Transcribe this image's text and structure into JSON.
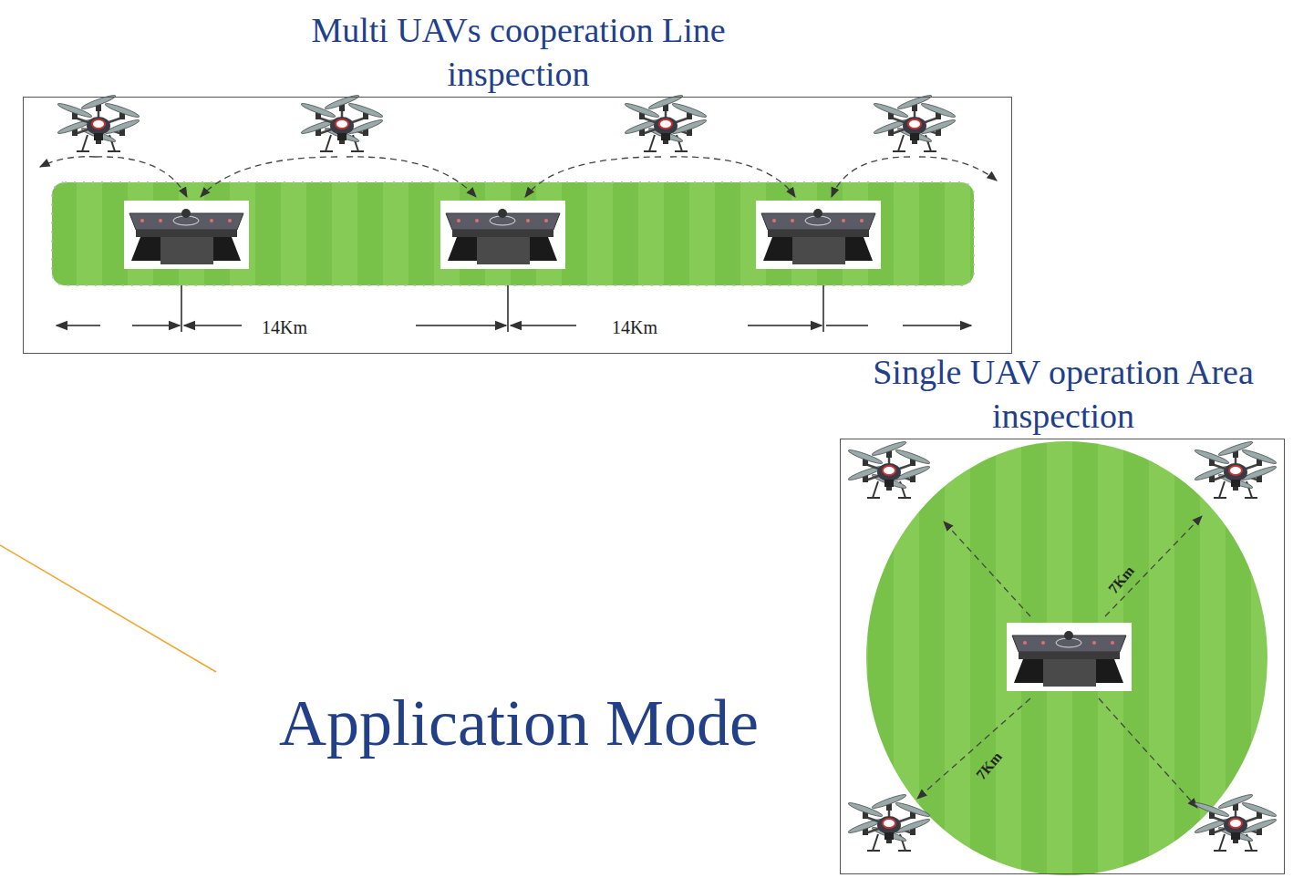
{
  "diagram": {
    "title": "Application Mode",
    "nodes": [
      {
        "text": [
          "Multi UAVs cooperation Line inspection"
        ]
      },
      {
        "text": [
          "Single UAV operation Area inspection"
        ]
      }
    ],
    "edges": [],
    "labels": [
      "14Km",
      "14Km",
      "7Km",
      "7Km"
    ]
  }
}
